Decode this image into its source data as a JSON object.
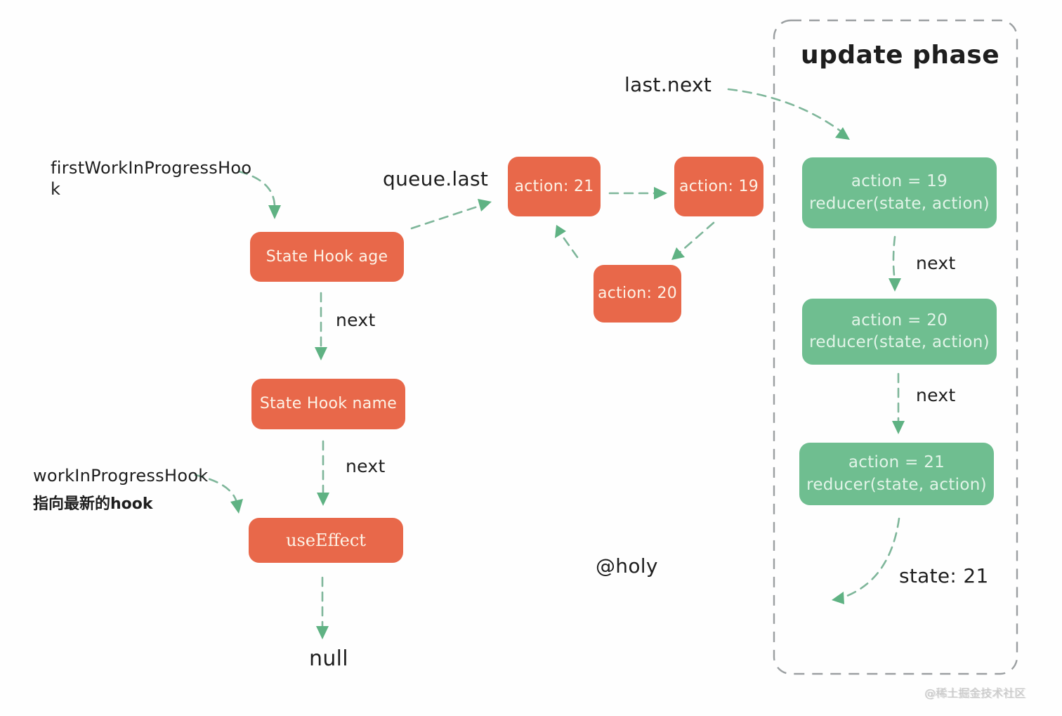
{
  "colors": {
    "orange": "#e8684a",
    "orangeText": "#fdf3e7",
    "green": "#6fbe90",
    "greenText": "#e2f4e8",
    "arrow": "#7eb69a",
    "arrowHead": "#5fb283",
    "panelBorder": "#9b9fa1",
    "ink": "#1e1e1e",
    "watermark": "#c8c8c8"
  },
  "labels": {
    "firstWip1": "firstWorkInProgressHoo",
    "firstWip2": "k",
    "queueLast": "queue.last",
    "lastNext": "last.next",
    "updatePhase": "update phase",
    "next": "next",
    "wipHook": "workInProgressHook",
    "wipHookNote": "指向最新的hook",
    "nullText": "null",
    "holy": "@holy",
    "state21": "state: 21",
    "watermark": "@稀土掘金技术社区"
  },
  "nodes": {
    "stateHookAge": "State Hook age",
    "stateHookName": "State Hook name",
    "useEffect": "useEffect",
    "action21": "action: 21",
    "action19": "action: 19",
    "action20": "action: 20",
    "reducer19": {
      "line1": "action = 19",
      "line2": "reducer(state, action)"
    },
    "reducer20": {
      "line1": "action = 20",
      "line2": "reducer(state, action)"
    },
    "reducer21": {
      "line1": "action = 21",
      "line2": "reducer(state, action)"
    }
  }
}
